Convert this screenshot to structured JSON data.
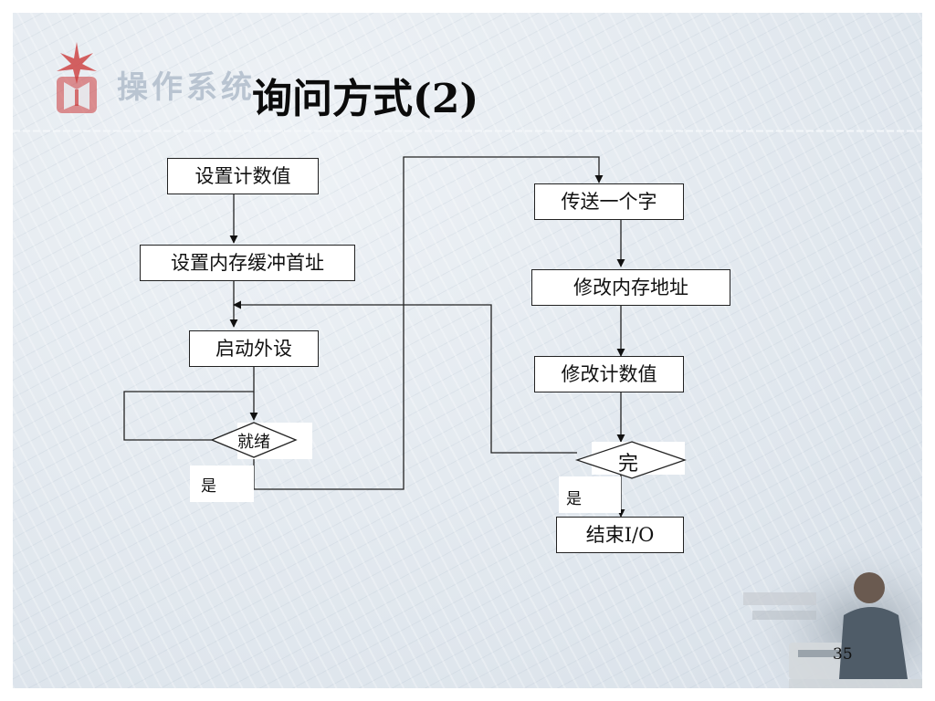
{
  "logo": {
    "text": "操作系统"
  },
  "slide": {
    "title": "询问方式(2)",
    "page_number": "35"
  },
  "flowchart": {
    "set_count": "设置计数值",
    "set_buffer_address": "设置内存缓冲首址",
    "start_device": "启动外设",
    "ready_decision": "就绪",
    "ready_yes": "是",
    "transfer_char": "传送一个字",
    "modify_address": "修改内存地址",
    "modify_count": "修改计数值",
    "done_decision": "完",
    "done_yes": "是",
    "end_io": "结束I/O"
  },
  "colors": {
    "background": "#e3e9ef",
    "logo": "#b9c4d1",
    "logo_accent": "#cc3b3b"
  }
}
